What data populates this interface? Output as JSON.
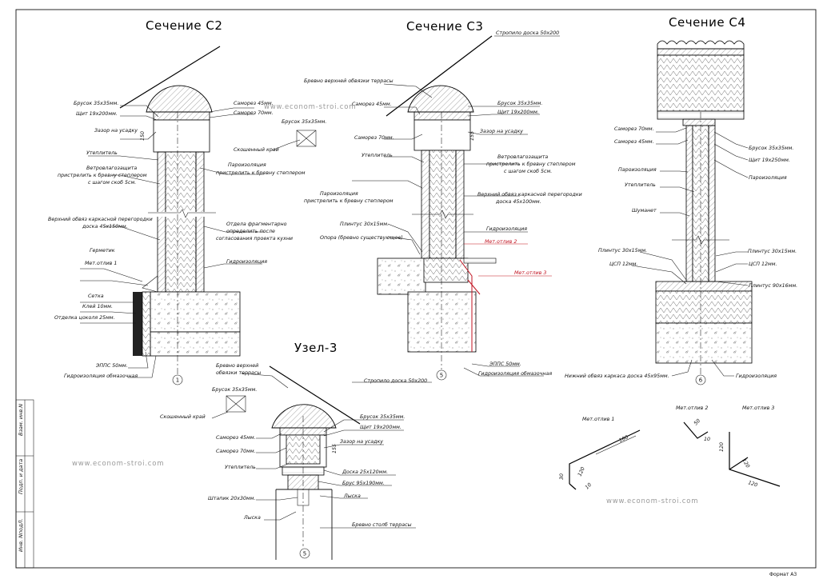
{
  "titles": {
    "c2": "Сечение С2",
    "c3": "Сечение С3",
    "c4": "Сечение С4",
    "uzel3": "Узел-3"
  },
  "watermark": "www.econom-stroi.com",
  "c2_labels": {
    "brusok": "Брусок 35х35мм.",
    "shchit": "Щит 19х200мм.",
    "zazor": "Зазор на усадку",
    "uteplitel": "Утеплитель",
    "veter1": "Ветровлагозащита",
    "veter2": "пристрелить к бревну степлером",
    "veter3": "с шагом скоб 5см.",
    "obvyaz1": "Верхний обвяз каркасной перегородки",
    "obvyaz2": "доска 45х150мм.",
    "germetik": "Герметик",
    "metotliv": "Мет.отлив 1",
    "setka": "Сетка",
    "klej": "Клей 10мм.",
    "otdelka": "Отделка цоколя 25мм.",
    "epps": "ЭППС 50мм.",
    "gidro_obm": "Гидроизоляция обмазочная",
    "samorez45": "Саморез 45мм.",
    "samorez70": "Саморез 70мм.",
    "paro1": "Пароизоляция",
    "paro2": "пристрелить к бревну степлером",
    "otdela1": "Отдела фрагментарно",
    "otdela2": "определить после",
    "otdela3": "согласования проекта кухни",
    "gidro": "Гидроизоляция",
    "dim": "150",
    "marker": "1"
  },
  "detail_labels": {
    "brusok": "Брусок 35х35мм.",
    "kraj": "Скошенный край"
  },
  "c3_labels": {
    "stropilo": "Стропило доска 50х200",
    "brevno": "Бревно верхней обвязки террасы",
    "samorez45": "Саморез 45мм.",
    "samorez70": "Саморез 70мм.",
    "uteplitel": "Утеплитель",
    "paro1": "Пароизоляция",
    "paro2": "пристрелить к бревну степлером",
    "plintus": "Плинтус 30х15мм.",
    "opora": "Опора (бревно существующее)",
    "brusok": "Брусок 35х35мм.",
    "shchit": "Щит 19х200мм.",
    "zazor": "Зазор на усадку",
    "veter1": "Ветровлагозащита",
    "veter2": "пристрелить к бревну степлером",
    "veter3": "с шагом скоб 5см.",
    "obvyaz1": "Верхний обвяз каркасной перегородки",
    "obvyaz2": "доска 45х100мм.",
    "gidro": "Гидроизоляция",
    "met2": "Мет.отлив 2",
    "met3": "Мет.отлив 3",
    "epps": "ЭППС 50мм.",
    "gidro_obm": "Гидроизоляция обмазочная",
    "dim": "155",
    "marker": "5"
  },
  "c4_labels": {
    "samorez70": "Саморез 70мм.",
    "samorez45": "Саморез 45мм.",
    "paro": "Пароизоляция",
    "uteplitel": "Утеплитель",
    "shumanet": "Шуманет",
    "plintus_l": "Плинтус 30х15мм.",
    "csp_l": "ЦСП 12мм.",
    "brusok": "Брусок 35х35мм.",
    "shchit": "Щит 19х250мм.",
    "paro_r": "Пароизоляция",
    "plintus_r": "Плинтус 30х15мм.",
    "csp_r": "ЦСП 12мм.",
    "plintus90": "Плинтус 90х16мм.",
    "nizh": "Нижний обвяз каркаса доска 45х95мм.",
    "gidro": "Гидроизоляция",
    "marker": "6"
  },
  "uzel3_labels": {
    "brevno1": "Бревно верхней",
    "brevno2": "обвязки террасы",
    "stropilo": "Стропило доска 50х200",
    "brusok_detail": "Брусок 35х35мм.",
    "kraj": "Скошенный край",
    "brusok": "Брусок 35х35мм.",
    "shchit": "Щит 19х200мм.",
    "samorez45": "Саморез 45мм.",
    "samorez70": "Саморез 70мм.",
    "zazor": "Зазор на усадку",
    "uteplitel": "Утеплитель",
    "doska": "Доска 25х120мм.",
    "brus": "Брус 95х190мм.",
    "shtapik": "Штапик 20х30мм.",
    "lyska1": "Лыска",
    "lyska2": "Лыска",
    "stolb": "Бревно столб террасы",
    "dim": "155",
    "marker": "5"
  },
  "flashings": {
    "f1": "Мет.отлив 1",
    "f2": "Мет.отлив 2",
    "f3": "Мет.отлив 3",
    "f1_d1": "180",
    "f1_d2": "30",
    "f1_d3": "120",
    "f1_d4": "10",
    "f2_d1": "50",
    "f2_d2": "10",
    "f3_d1": "120",
    "f3_d2": "120",
    "f3_d3": "120"
  },
  "title_block": {
    "vzam": "Взам. инв.N",
    "podp": "Подп. и дата",
    "inv": "Инв. NподЛ."
  },
  "format": "Формат А3"
}
